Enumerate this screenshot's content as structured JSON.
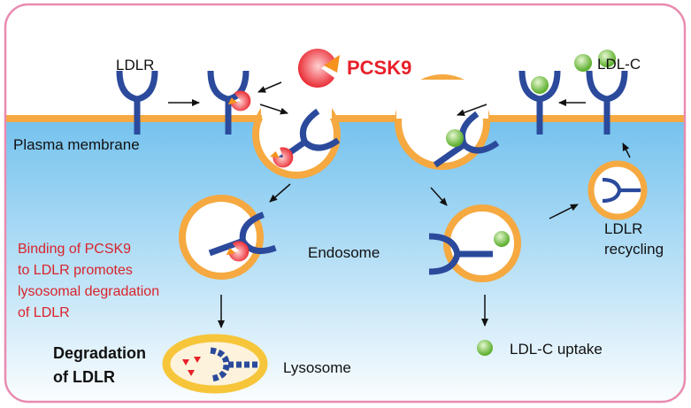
{
  "labels": {
    "ldlr": "LDLR",
    "pcsk9": "PCSK9",
    "ldlc": "LDL-C",
    "plasma_membrane": "Plasma membrane",
    "binding_note": [
      "Binding of PCSK9",
      "to LDLR promotes",
      "lysosomal degradation",
      "of LDLR"
    ],
    "endosome": "Endosome",
    "recycling": [
      "LDLR",
      "recycling"
    ],
    "degradation": [
      "Degradation",
      "of LDLR"
    ],
    "lysosome": "Lysosome",
    "uptake": "LDL-C uptake"
  },
  "colors": {
    "border": "#e98bb0",
    "membrane": "#f5a940",
    "receptor": "#2b4a9c",
    "pcsk9": "#e8202a",
    "ldlc": "#6fbf3f",
    "cytoplasm": "#7ec8f0",
    "note": "#d9232b"
  }
}
